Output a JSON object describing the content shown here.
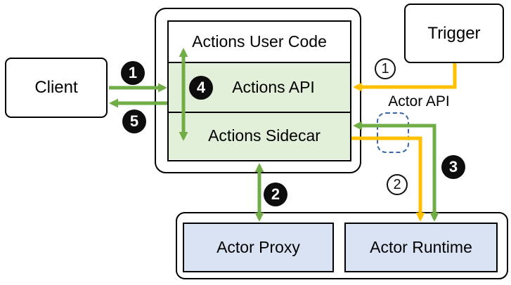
{
  "boxes": {
    "client": "Client",
    "trigger": "Trigger",
    "actions_user_code": "Actions User Code",
    "actions_api": "Actions API",
    "actions_sidecar": "Actions Sidecar",
    "actor_proxy": "Actor Proxy",
    "actor_runtime": "Actor Runtime"
  },
  "labels": {
    "actor_api": "Actor API"
  },
  "badges": {
    "filled_1": "1",
    "filled_2": "2",
    "filled_3": "3",
    "filled_4": "4",
    "filled_5": "5",
    "outlined_1": "1",
    "outlined_2": "2"
  },
  "colors": {
    "arrow_green": "#70ad47",
    "arrow_orange": "#ffc000",
    "panel_green": "#e2efd9",
    "panel_blue": "#dae3f3",
    "dashed_blue": "#3a66a8",
    "badge_black": "#0d0d0d",
    "ink": "#000000"
  }
}
